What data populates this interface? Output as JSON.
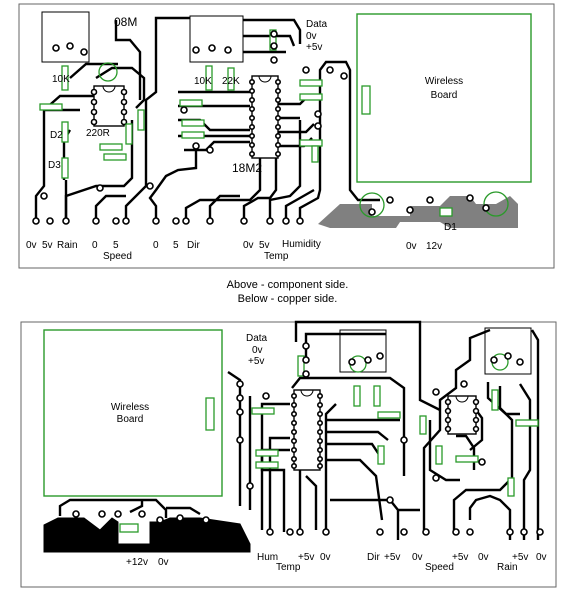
{
  "top_board": {
    "chips": {
      "chip_08m": "08M",
      "chip_18m2": "18M2"
    },
    "data_block": {
      "data": "Data",
      "v0": "0v",
      "v5": "+5v"
    },
    "wireless": {
      "line1": "Wireless",
      "line2": "Board"
    },
    "components": {
      "r10k_a": "10K",
      "r10k_b": "10K",
      "r22k": "22K",
      "r220r": "220R",
      "d1": "D1",
      "d2": "D2",
      "d3": "D3"
    },
    "bottom_labels": {
      "a0v": "0v",
      "a5v": "5v",
      "rain": "Rain",
      "s0": "0",
      "s5": "5",
      "speed": "Speed",
      "d0": "0",
      "d5": "5",
      "dir": "Dir",
      "t0v": "0v",
      "t5v": "5v",
      "humidity": "Humidity",
      "temp": "Temp",
      "w0v": "0v",
      "w12v": "12v"
    }
  },
  "captions": {
    "line1": "Above - component side.",
    "line2": "Below - copper side."
  },
  "bottom_board": {
    "data_block": {
      "data": "Data",
      "v0": "0v",
      "v5": "+5v"
    },
    "wireless": {
      "line1": "Wireless",
      "line2": "Board"
    },
    "bottom_labels": {
      "p12v": "+12v",
      "p0v": "0v",
      "hum": "Hum",
      "p5v_a": "+5v",
      "temp": "Temp",
      "p0v_b": "0v",
      "dir": "Dir",
      "p5v_b": "+5v",
      "p0v_c": "0v",
      "p5v_c": "+5v",
      "speed": "Speed",
      "p0v_d": "0v",
      "rain": "Rain",
      "p5v_d": "+5v",
      "p0v_e": "0v"
    }
  }
}
